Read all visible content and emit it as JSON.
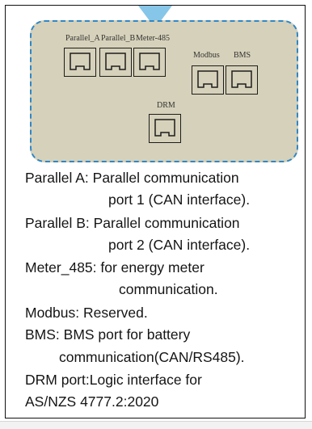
{
  "panel": {
    "port_labels": {
      "parallel_a": "Parallel_A",
      "parallel_b": "Parallel_B",
      "meter_485": "Meter-485",
      "modbus": "Modbus",
      "bms": "BMS",
      "drm": "DRM"
    },
    "colors": {
      "panel_fill": "#d6d1ba",
      "panel_border": "#2f87c6",
      "arrow": "#86c6e8"
    },
    "icons": {
      "arrow": "pointer-arrow-icon",
      "port": "rj45-port-icon"
    }
  },
  "description": {
    "lines": [
      "Parallel A: Parallel communication",
      "port 1 (CAN interface).",
      "Parallel B: Parallel communication",
      "port 2 (CAN interface).",
      "Meter_485: for energy meter",
      "communication.",
      "Modbus: Reserved.",
      "BMS: BMS port for battery",
      "communication(CAN/RS485).",
      "DRM port:Logic interface for",
      "AS/NZS 4777.2:2020"
    ]
  }
}
